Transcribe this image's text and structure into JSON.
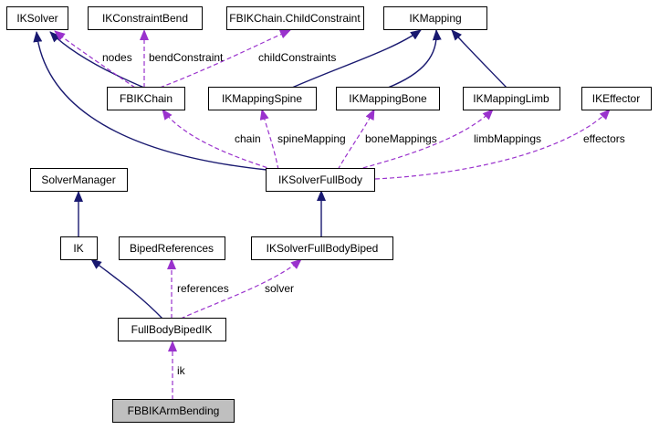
{
  "colors": {
    "inheritance_edge": "#191970",
    "usage_edge": "#9a32cd",
    "focus_node_fill": "#bfbfbf",
    "node_fill": "#ffffff"
  },
  "nodes": {
    "ik_solver": "IKSolver",
    "ik_constraint_bend": "IKConstraintBend",
    "fbik_chain_child_constraint": "FBIKChain.ChildConstraint",
    "ik_mapping": "IKMapping",
    "fbik_chain": "FBIKChain",
    "ik_mapping_spine": "IKMappingSpine",
    "ik_mapping_bone": "IKMappingBone",
    "ik_mapping_limb": "IKMappingLimb",
    "ik_effector": "IKEffector",
    "ik_solver_full_body": "IKSolverFullBody",
    "solver_manager": "SolverManager",
    "ik": "IK",
    "biped_references": "BipedReferences",
    "ik_solver_full_body_biped": "IKSolverFullBodyBiped",
    "full_body_biped_ik": "FullBodyBipedIK",
    "fbbik_arm_bending": "FBBIKArmBending"
  },
  "edge_labels": {
    "nodes": "nodes",
    "bend_constraint": "bendConstraint",
    "child_constraints": "childConstraints",
    "chain": "chain",
    "spine_mapping": "spineMapping",
    "bone_mappings": "boneMappings",
    "limb_mappings": "limbMappings",
    "effectors": "effectors",
    "references": "references",
    "solver": "solver",
    "ik": "ik"
  }
}
